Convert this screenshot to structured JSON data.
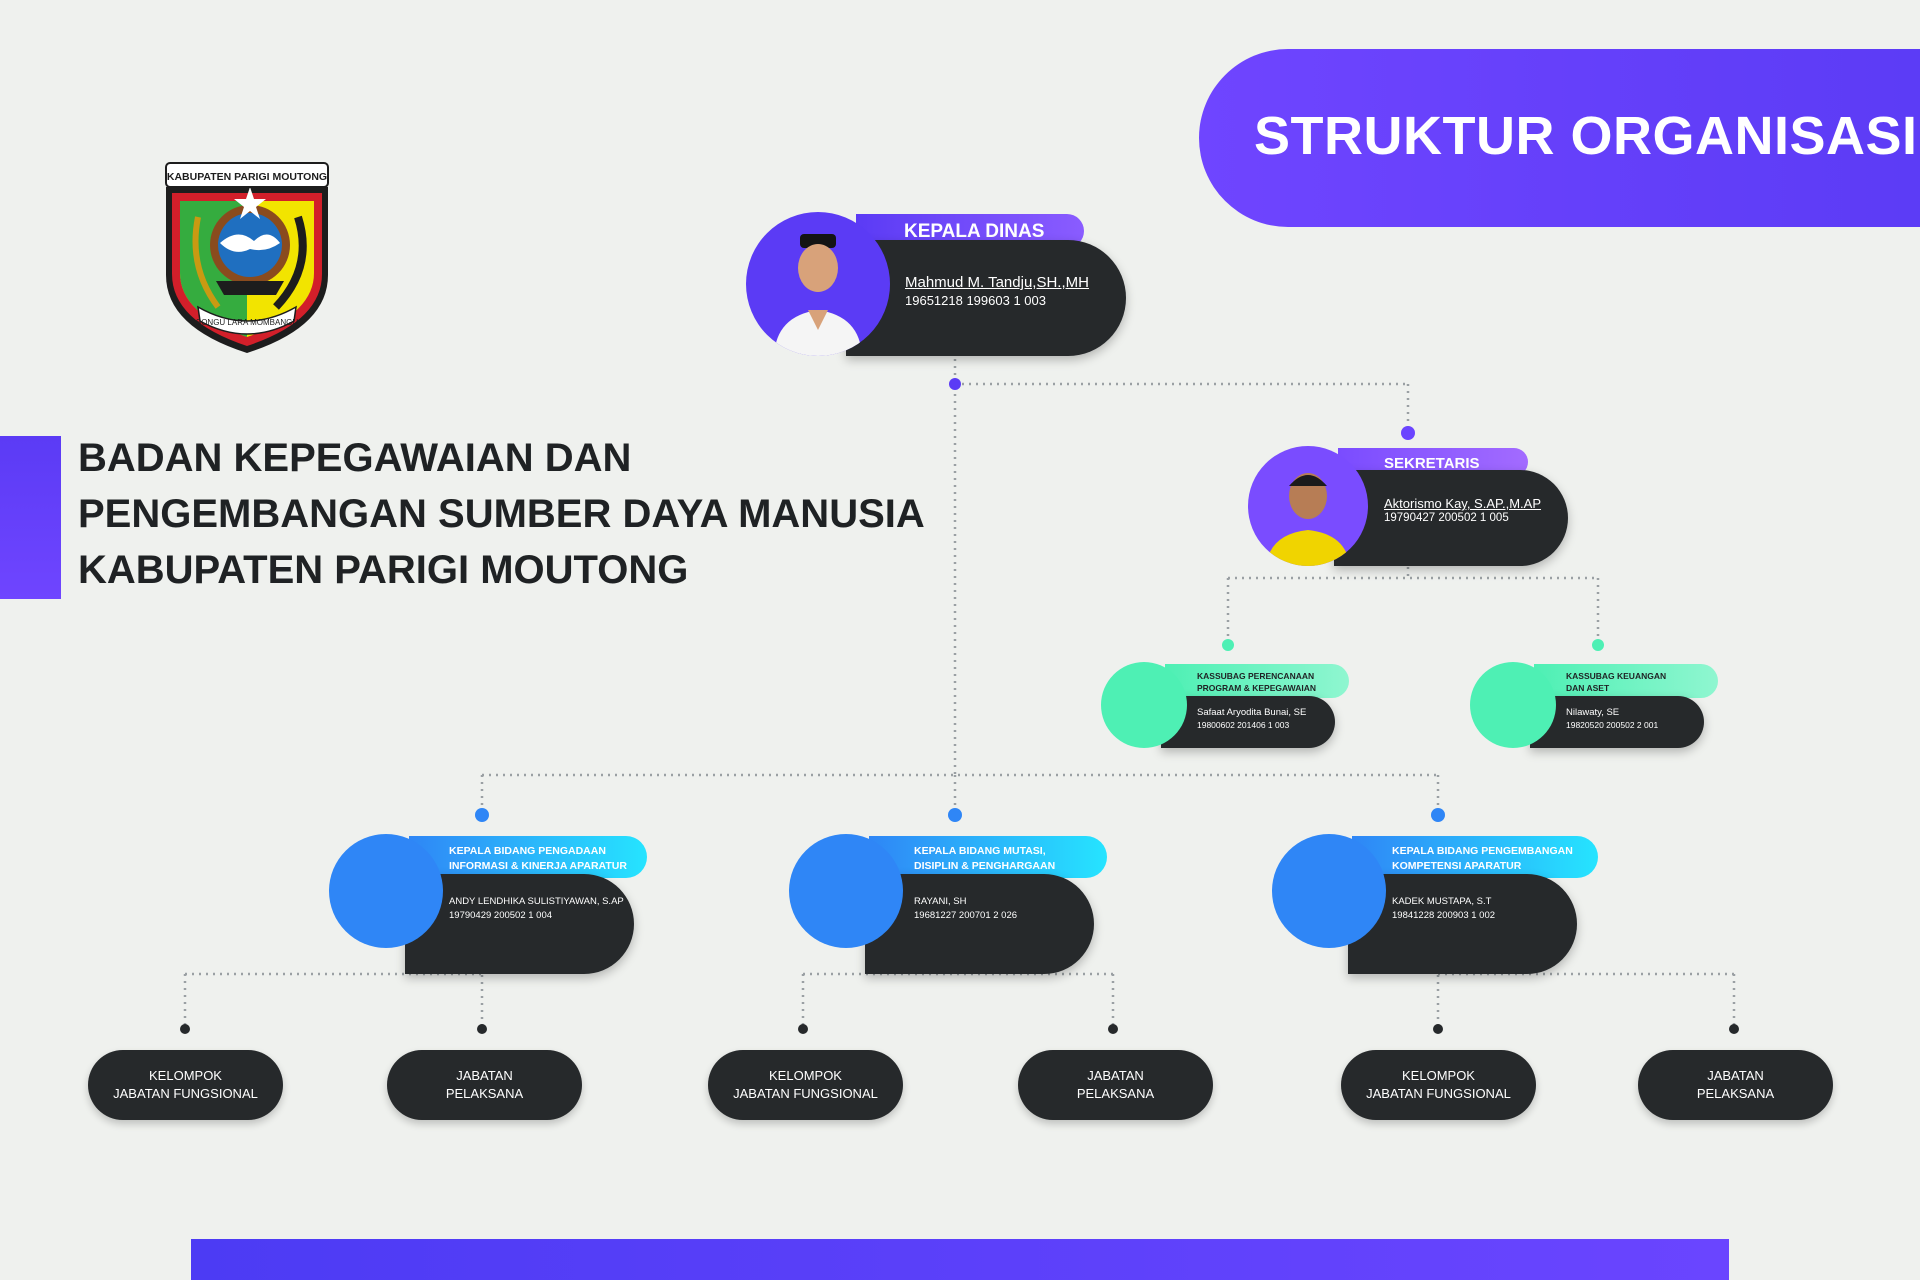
{
  "header": {
    "title": "STRUKTUR ORGANISASI"
  },
  "logo": {
    "top_text": "KABUPATEN PARIGI MOUTONG",
    "ribbon_text": "SONGU LARA MOMBANGU"
  },
  "organization": {
    "line1": "BADAN KEPEGAWAIAN  DAN",
    "line2": "PENGEMBANGAN SUMBER DAYA MANUSIA",
    "line3": "KABUPATEN PARIGI MOUTONG"
  },
  "kepala_dinas": {
    "role": "KEPALA DINAS",
    "name": "Mahmud M. Tandju,SH.,MH",
    "nip": "19651218 199603 1 003"
  },
  "sekretaris": {
    "role": "SEKRETARIS",
    "name": "Aktorismo Kay, S.AP.,M.AP",
    "nip": "19790427 200502 1 005"
  },
  "kassubag": [
    {
      "role1": "KASSUBAG PERENCANAAN",
      "role2": "PROGRAM & KEPEGAWAIAN",
      "name": "Safaat Aryodita Bunai, SE",
      "nip": "19800602 201406 1 003"
    },
    {
      "role1": "KASSUBAG KEUANGAN",
      "role2": "DAN ASET",
      "name": "Nilawaty, SE",
      "nip": "19820520 200502 2 001"
    }
  ],
  "bidang": [
    {
      "role1": "KEPALA BIDANG PENGADAAN",
      "role2": "INFORMASI & KINERJA APARATUR",
      "name": "ANDY LENDHIKA SULISTIYAWAN, S.AP",
      "nip": "19790429 200502 1 004"
    },
    {
      "role1": "KEPALA BIDANG MUTASI,",
      "role2": "DISIPLIN & PENGHARGAAN",
      "name": "RAYANI, SH",
      "nip": "19681227 200701 2 026"
    },
    {
      "role1": "KEPALA BIDANG PENGEMBANGAN",
      "role2": "KOMPETENSI APARATUR",
      "name": "KADEK MUSTAPA, S.T",
      "nip": "19841228 200903 1 002"
    }
  ],
  "leaves": [
    {
      "line1": "KELOMPOK",
      "line2": "JABATAN FUNGSIONAL"
    },
    {
      "line1": "JABATAN",
      "line2": "PELAKSANA"
    },
    {
      "line1": "KELOMPOK",
      "line2": "JABATAN FUNGSIONAL"
    },
    {
      "line1": "JABATAN",
      "line2": "PELAKSANA"
    },
    {
      "line1": "KELOMPOK",
      "line2": "JABATAN FUNGSIONAL"
    },
    {
      "line1": "JABATAN",
      "line2": "PELAKSANA"
    }
  ],
  "colors": {
    "primary": "#6b45ff",
    "dark": "#26292b",
    "green": "#4ef0b4",
    "blue": "#2f86f6",
    "cyan": "#26e4ff"
  }
}
